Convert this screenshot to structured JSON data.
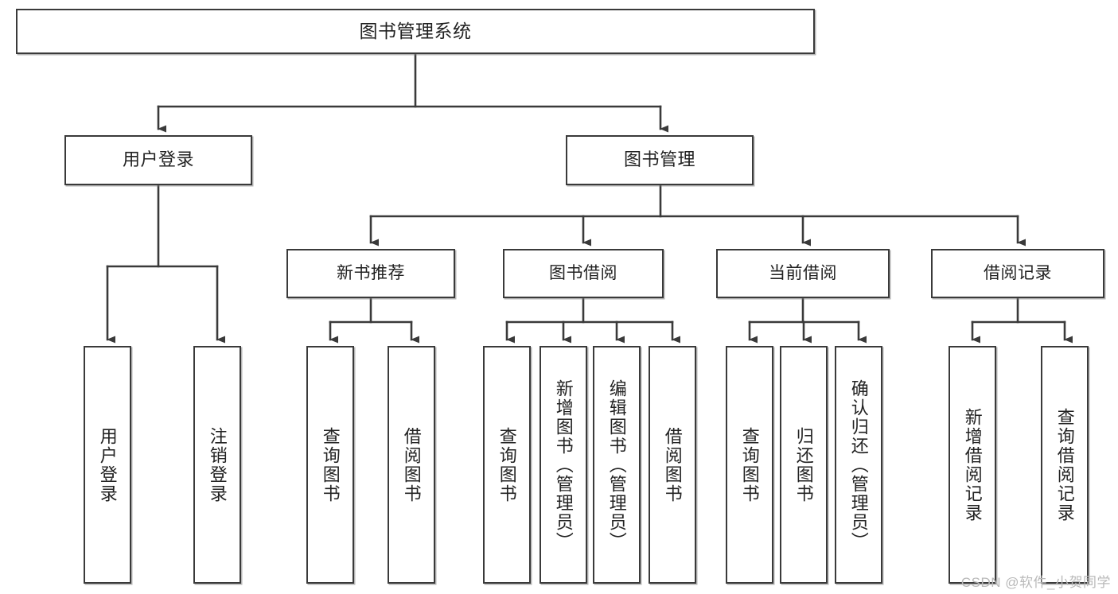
{
  "diagram": {
    "title": "图书管理系统",
    "type": "tree-hierarchy",
    "colors": {
      "stroke": "#3a3a3a",
      "fill": "#ffffff",
      "text": "#222222",
      "watermark": "#b9b9b9"
    },
    "root": {
      "label": "图书管理系统"
    },
    "level1": [
      {
        "label": "用户登录"
      },
      {
        "label": "图书管理"
      }
    ],
    "level2": [
      {
        "label": "新书推荐"
      },
      {
        "label": "图书借阅"
      },
      {
        "label": "当前借阅"
      },
      {
        "label": "借阅记录"
      }
    ],
    "leaves": {
      "user_login": [
        {
          "label": "用户登录"
        },
        {
          "label": "注销登录"
        }
      ],
      "new_book_recommend": [
        {
          "label": "查询图书"
        },
        {
          "label": "借阅图书"
        }
      ],
      "book_borrow": [
        {
          "label": "查询图书"
        },
        {
          "label": "新增图书（管理员）"
        },
        {
          "label": "编辑图书（管理员）"
        },
        {
          "label": "借阅图书"
        }
      ],
      "current_borrow": [
        {
          "label": "查询图书"
        },
        {
          "label": "归还图书"
        },
        {
          "label": "确认归还（管理员）"
        }
      ],
      "borrow_record": [
        {
          "label": "新增借阅记录"
        },
        {
          "label": "查询借阅记录"
        }
      ]
    }
  },
  "watermark": {
    "text": "CSDN @软件_小贺同学"
  }
}
